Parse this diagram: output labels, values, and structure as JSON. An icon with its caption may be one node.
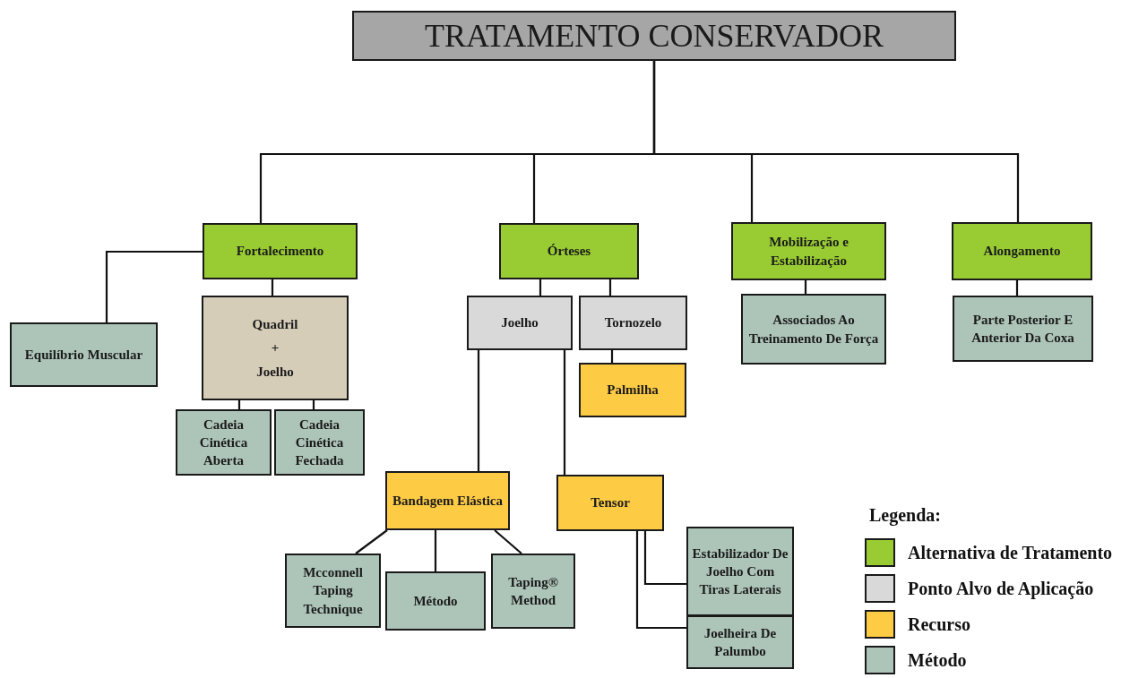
{
  "diagram": {
    "nodes": [
      {
        "text": [
          "TRATAMENTO CONSERVADOR"
        ]
      },
      {
        "text": [
          "Fortalecimento"
        ]
      },
      {
        "text": [
          "Órteses"
        ]
      },
      {
        "text": [
          "Mobilização  e Estabilização"
        ]
      },
      {
        "text": [
          "Alongamento"
        ]
      },
      {
        "text": [
          "Equilíbrio Muscular"
        ]
      },
      {
        "text": [
          "Quadril",
          "+",
          "Joelho"
        ]
      },
      {
        "text": [
          "Joelho"
        ]
      },
      {
        "text": [
          "Tornozelo"
        ]
      },
      {
        "text": [
          "Associados Ao Treinamento De Força"
        ]
      },
      {
        "text": [
          "Parte Posterior E Anterior Da Coxa"
        ]
      },
      {
        "text": [
          "Palmilha"
        ]
      },
      {
        "text": [
          "Cadeia Cinética Aberta"
        ]
      },
      {
        "text": [
          "Cadeia Cinética Fechada"
        ]
      },
      {
        "text": [
          "Bandagem Elástica"
        ]
      },
      {
        "text": [
          "Tensor"
        ]
      },
      {
        "text": [
          "Estabilizador De Joelho Com Tiras Laterais"
        ]
      },
      {
        "text": [
          "Mcconnell Taping Technique"
        ]
      },
      {
        "text": [
          "Método"
        ]
      },
      {
        "text": [
          "Taping® Method"
        ]
      },
      {
        "text": [
          "Joelheira De Palumbo"
        ]
      }
    ],
    "edges": [
      {
        "from": 0,
        "to": 1,
        "arrow": "none"
      },
      {
        "from": 0,
        "to": 2,
        "arrow": "none"
      },
      {
        "from": 0,
        "to": 3,
        "arrow": "none"
      },
      {
        "from": 0,
        "to": 4,
        "arrow": "none"
      },
      {
        "from": 1,
        "to": 5,
        "arrow": "none"
      },
      {
        "from": 1,
        "to": 6,
        "arrow": "none"
      },
      {
        "from": 2,
        "to": 7,
        "arrow": "none"
      },
      {
        "from": 2,
        "to": 8,
        "arrow": "none"
      },
      {
        "from": 3,
        "to": 9,
        "arrow": "none"
      },
      {
        "from": 4,
        "to": 10,
        "arrow": "none"
      },
      {
        "from": 6,
        "to": 12,
        "arrow": "none"
      },
      {
        "from": 6,
        "to": 13,
        "arrow": "none"
      },
      {
        "from": 8,
        "to": 11,
        "arrow": "none"
      },
      {
        "from": 7,
        "to": 14,
        "arrow": "none"
      },
      {
        "from": 7,
        "to": 15,
        "arrow": "none"
      },
      {
        "from": 14,
        "to": 17,
        "arrow": "none"
      },
      {
        "from": 14,
        "to": 18,
        "arrow": "none"
      },
      {
        "from": 14,
        "to": 19,
        "arrow": "none"
      },
      {
        "from": 15,
        "to": 16,
        "arrow": "none"
      },
      {
        "from": 15,
        "to": 20,
        "arrow": "none"
      }
    ],
    "labels": [
      "Legenda:"
    ],
    "legend": [
      {
        "text": "Alternativa de Tratamento",
        "color": "#99cc33"
      },
      {
        "text": "Ponto Alvo de Aplicação",
        "color": "#d9d9d9"
      },
      {
        "text": "Recurso",
        "color": "#fecb45"
      },
      {
        "text": "Método",
        "color": "#adc4b8"
      }
    ]
  }
}
